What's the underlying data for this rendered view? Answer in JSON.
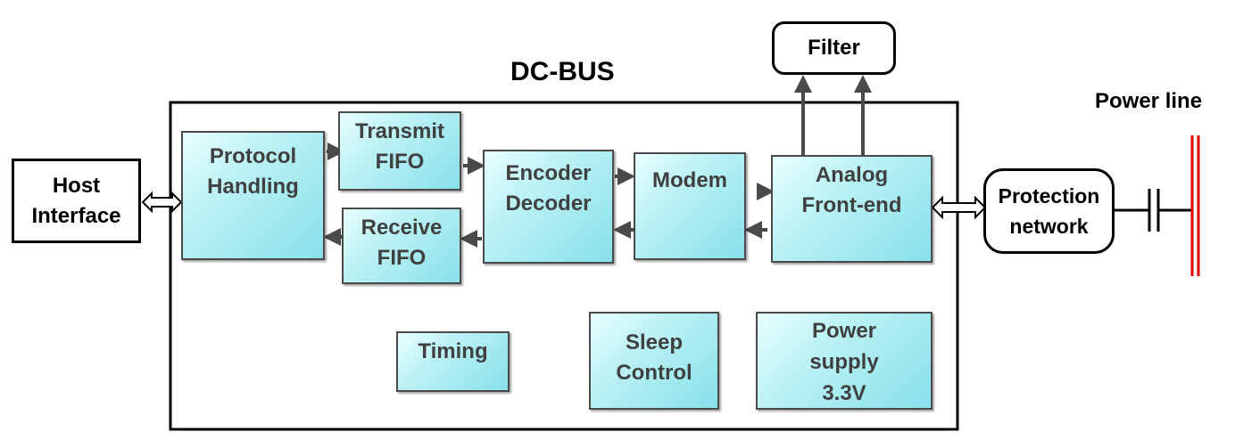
{
  "title": "DC-BUS",
  "power_line_label": "Power line",
  "blocks": {
    "host_interface": [
      "Host",
      "Interface"
    ],
    "protocol_handling": [
      "Protocol",
      "Handling"
    ],
    "transmit_fifo": [
      "Transmit",
      "FIFO"
    ],
    "receive_fifo": [
      "Receive",
      "FIFO"
    ],
    "encoder_decoder": [
      "Encoder",
      "Decoder"
    ],
    "modem": [
      "Modem"
    ],
    "analog_front_end": [
      "Analog",
      "Front-end"
    ],
    "filter": [
      "Filter"
    ],
    "protection_network": [
      "Protection",
      "network"
    ],
    "timing": [
      "Timing"
    ],
    "sleep_control": [
      "Sleep",
      "Control"
    ],
    "power_supply": [
      "Power",
      "supply",
      "3.3V"
    ]
  },
  "colors": {
    "block_fill": "#a8ecf0",
    "block_text": "#404040",
    "arrow": "#4a4a4a",
    "power_line": "#e00000"
  }
}
